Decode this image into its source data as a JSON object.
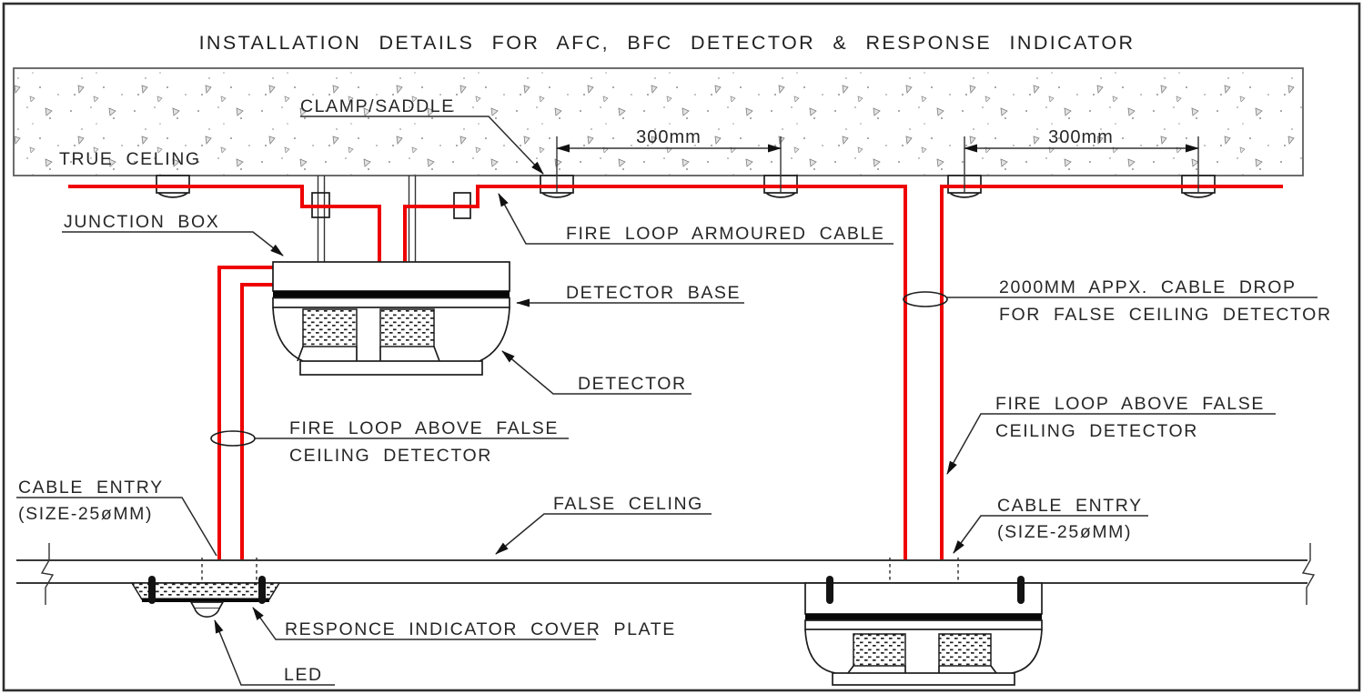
{
  "title": "INSTALLATION DETAILS FOR AFC, BFC DETECTOR & RESPONSE INDICATOR",
  "colors": {
    "cable_red": "#ee0000",
    "line_black": "#1c1c1c",
    "concrete_dot": "#8f8f8f"
  },
  "labels": {
    "true_ceiling": "TRUE CELING",
    "clamp_saddle": "CLAMP/SADDLE",
    "junction_box": "JUNCTION BOX",
    "fire_loop_armoured_cable": "FIRE LOOP ARMOURED CABLE",
    "detector_base": "DETECTOR BASE",
    "detector": "DETECTOR",
    "cable_drop_line1": "2000MM APPX. CABLE DROP",
    "cable_drop_line2": "FOR FALSE CEILING DETECTOR",
    "fire_loop_above_line1": "FIRE LOOP ABOVE FALSE",
    "fire_loop_above_line2": "CEILING DETECTOR",
    "cable_entry_line1": "CABLE ENTRY",
    "cable_entry_line2": "(SIZE-25øMM)",
    "false_ceiling": "FALSE CELING",
    "response_cover_plate": "RESPONCE INDICATOR COVER PLATE",
    "led": "LED"
  },
  "dimensions": {
    "left_spacing": "300mm",
    "right_spacing": "300mm"
  }
}
